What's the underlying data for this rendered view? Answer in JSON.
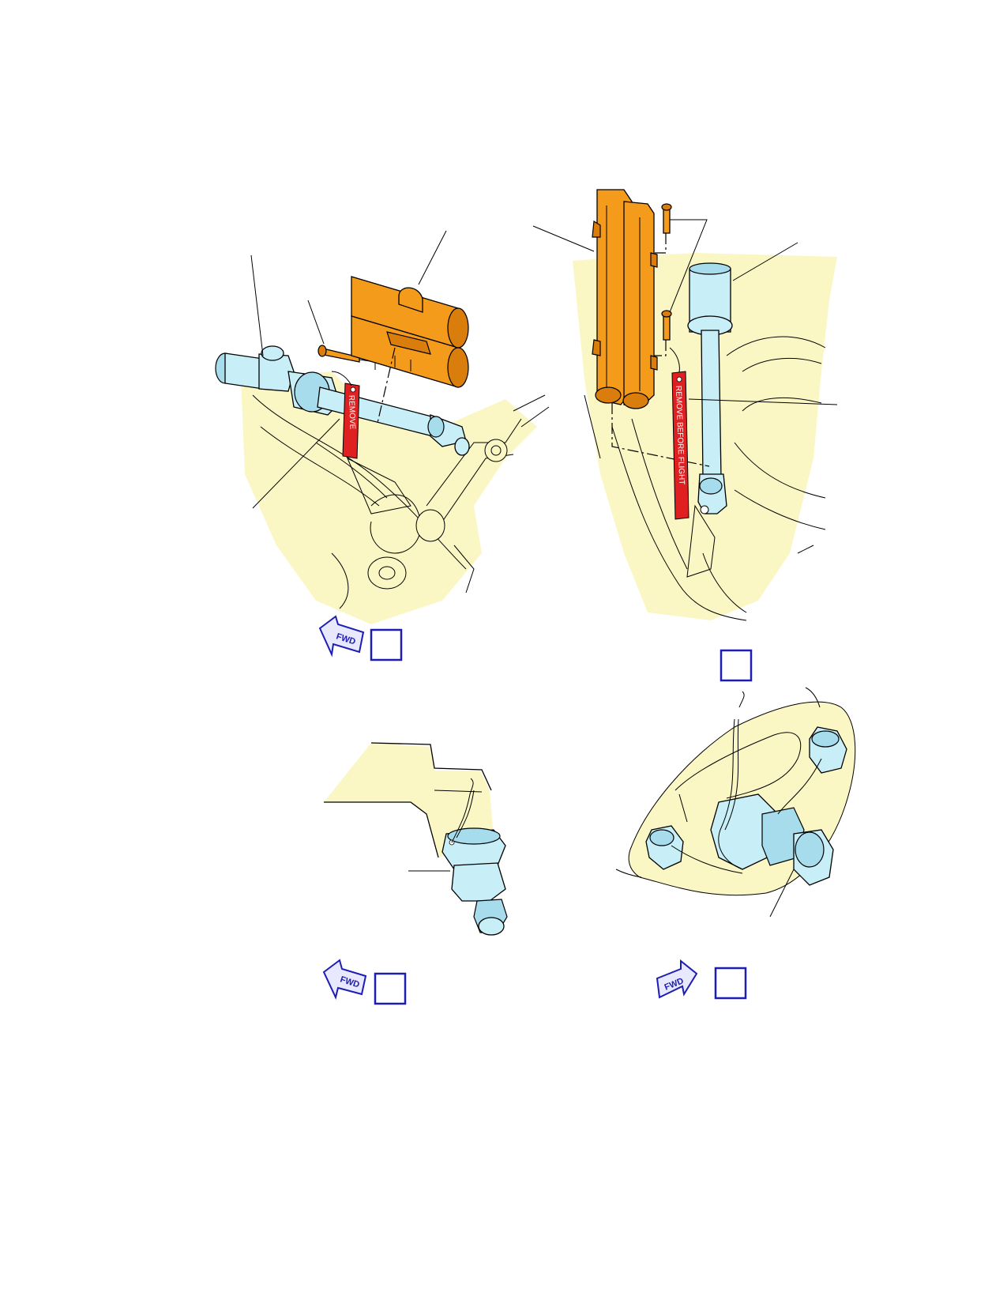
{
  "tags": {
    "tag_a": "REMOVE",
    "tag_b": "REMOVE BEFORE FLIGHT"
  },
  "fwd_indicators": {
    "view_a": "FWD",
    "view_c": "FWD",
    "view_d": "FWD"
  },
  "colors": {
    "background_structure": "#fbf7c4",
    "lock_sleeve": "#f59b1c",
    "actuator": "#c8eef8",
    "warning_tag": "#e02020",
    "view_marker": "#1d1db3"
  }
}
